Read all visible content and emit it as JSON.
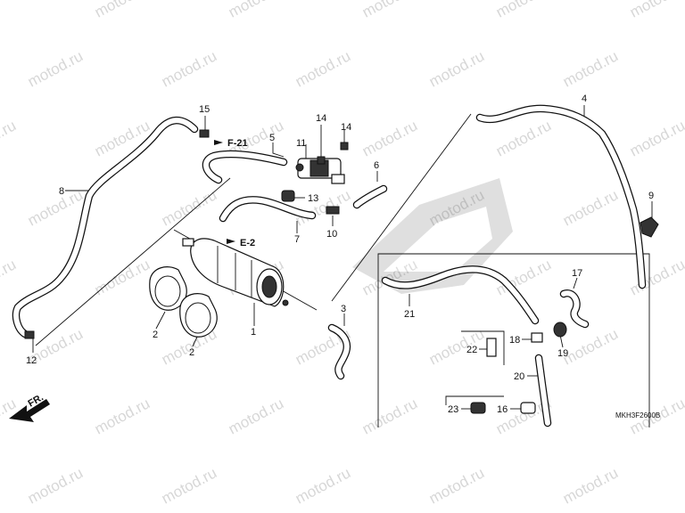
{
  "watermark": {
    "text": "motod.ru",
    "color": "#d7d7d7"
  },
  "diagram_code": "MKH3F2600B",
  "direction_marker": {
    "label": "FR.",
    "icon": "direction-arrow-icon"
  },
  "references": {
    "f21": "F-21",
    "e2": "E-2"
  },
  "callouts": {
    "c1": "1",
    "c2a": "2",
    "c2b": "2",
    "c3": "3",
    "c4": "4",
    "c5": "5",
    "c6": "6",
    "c7": "7",
    "c8": "8",
    "c9": "9",
    "c10": "10",
    "c11": "11",
    "c12": "12",
    "c13": "13",
    "c14a": "14",
    "c14b": "14",
    "c15": "15",
    "c16": "16",
    "c17": "17",
    "c18": "18",
    "c19": "19",
    "c20": "20",
    "c21": "21",
    "c22": "22",
    "c23": "23"
  }
}
